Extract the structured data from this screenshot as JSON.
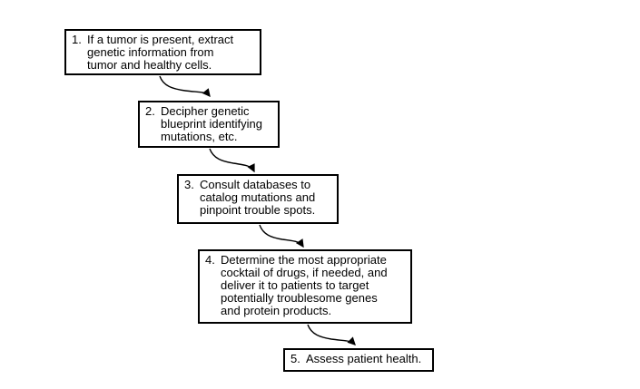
{
  "diagram": {
    "type": "flowchart",
    "background_color": "#ffffff",
    "box_fill": "#ffffff",
    "box_border_color": "#000000",
    "text_color": "#000000",
    "arrow_color": "#000000",
    "steps": [
      {
        "num": "1.",
        "text": "If a tumor is present, extract\ngenetic information from\ntumor and healthy cells."
      },
      {
        "num": "2.",
        "text": "Decipher genetic\nblueprint identifying\nmutations, etc."
      },
      {
        "num": "3.",
        "text": "Consult databases to\ncatalog mutations and\npinpoint trouble spots."
      },
      {
        "num": "4.",
        "text": "Determine the most appropriate\ncocktail of drugs, if needed, and\ndeliver it to patients to target\npotentially troublesome genes\nand protein products."
      },
      {
        "num": "5.",
        "text": "Assess patient health."
      }
    ],
    "connections": [
      {
        "from": "step-1",
        "to": "step-2"
      },
      {
        "from": "step-2",
        "to": "step-3"
      },
      {
        "from": "step-3",
        "to": "step-4"
      },
      {
        "from": "step-4",
        "to": "step-5"
      }
    ]
  }
}
